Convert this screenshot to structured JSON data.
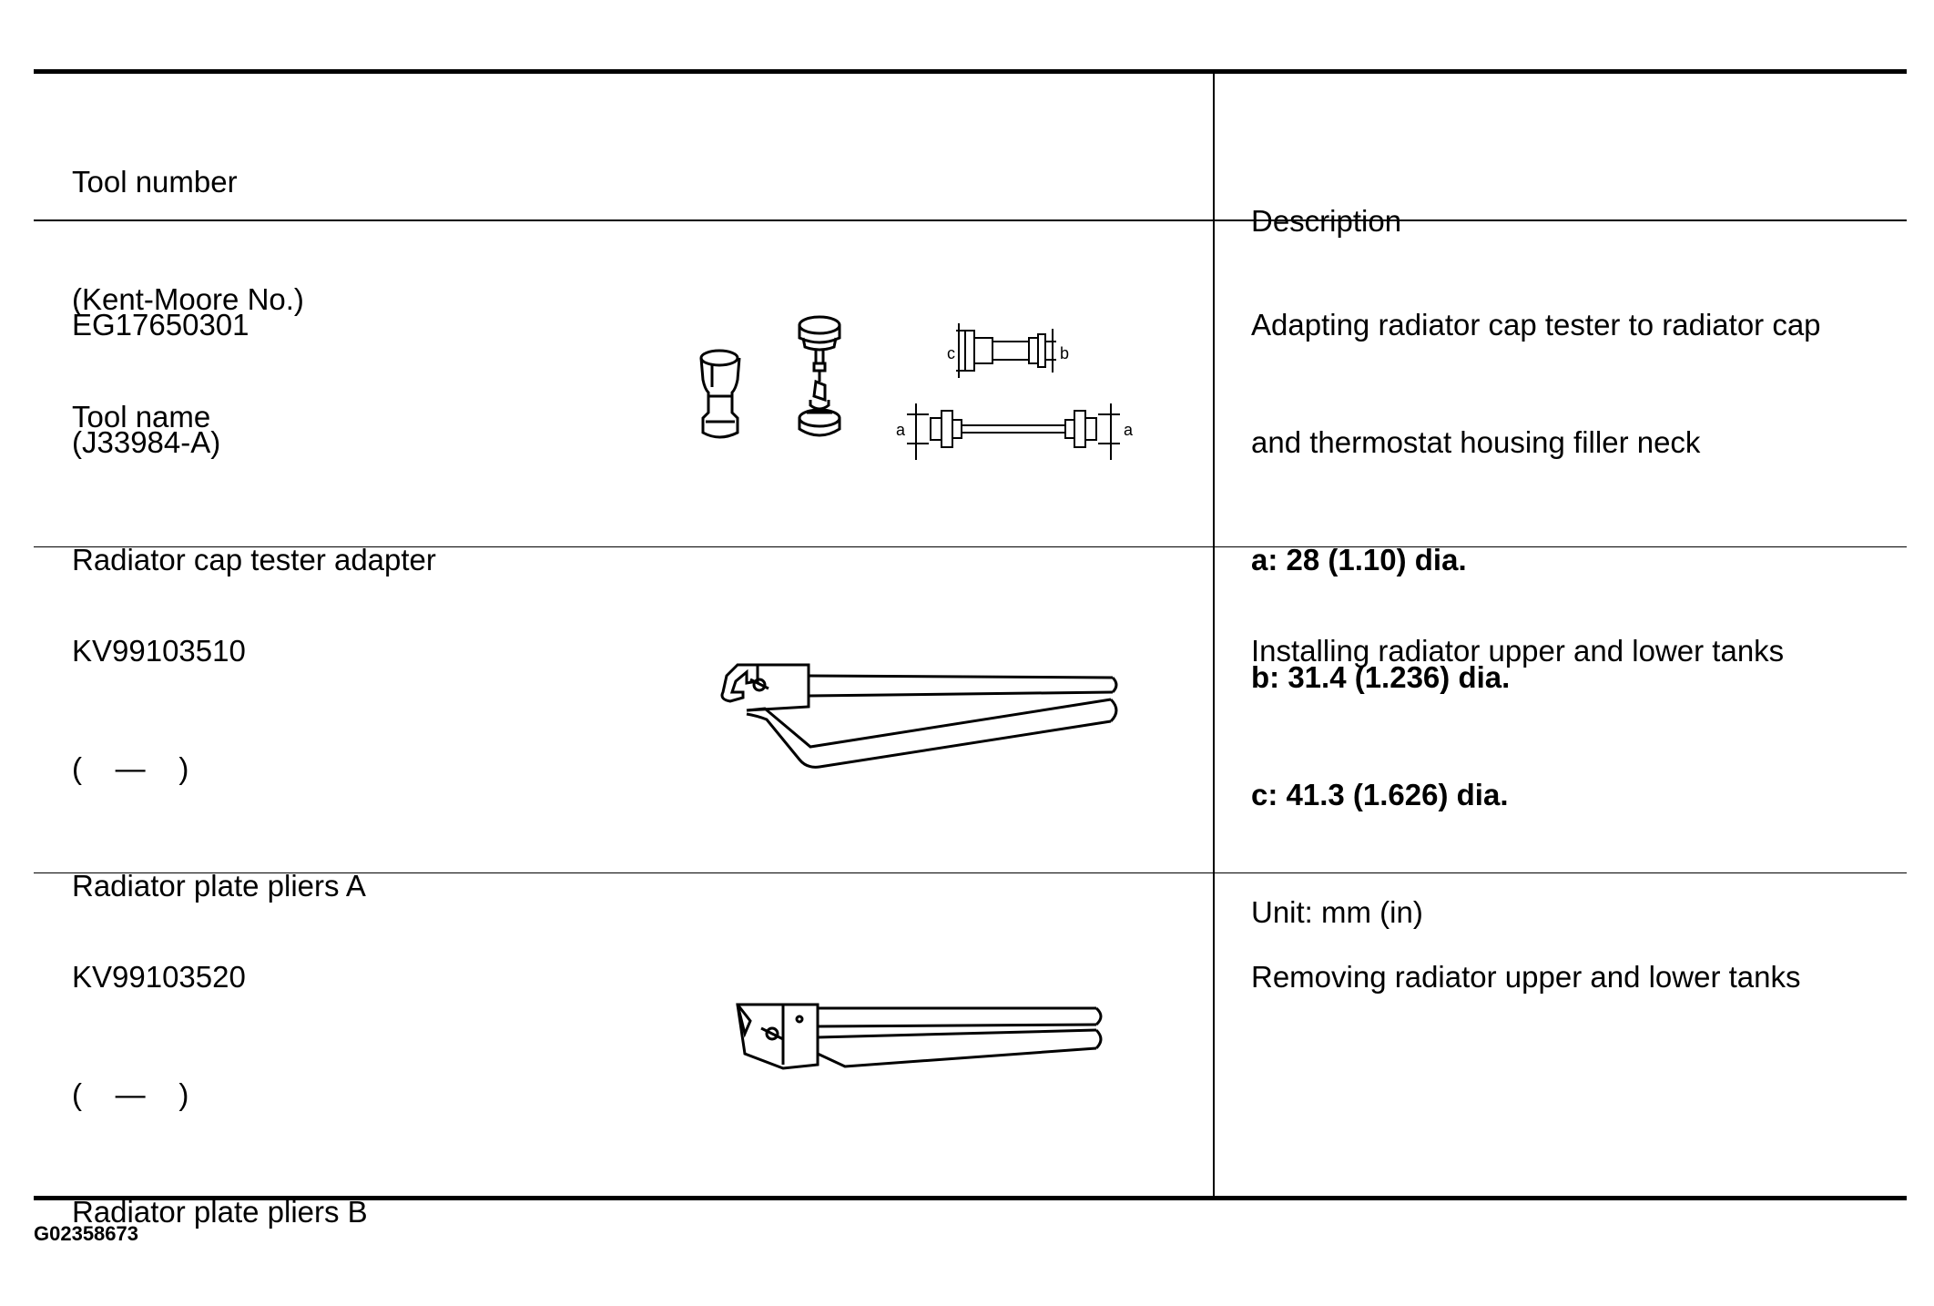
{
  "header": {
    "col1_lines": [
      "Tool number",
      "(Kent-Moore No.)",
      "Tool name"
    ],
    "col2_label": "Description"
  },
  "rows": [
    {
      "tool_number": "EG17650301",
      "kent_moore": "(J33984-A)",
      "tool_name": "Radiator cap tester adapter",
      "description_lines": [
        "Adapting radiator cap tester to radiator cap",
        "and thermostat housing filler neck"
      ],
      "spec_lines": [
        "a: 28 (1.10) dia.",
        "b: 31.4 (1.236) dia.",
        "c: 41.3 (1.626) dia."
      ],
      "unit": "Unit: mm (in)",
      "figure_labels": {
        "a": "a",
        "b": "b",
        "c": "c"
      },
      "figure_icon": "radiator-cap-tester-adapter-drawing"
    },
    {
      "tool_number": "KV99103510",
      "kent_moore": "(    —    )",
      "tool_name": "Radiator plate pliers A",
      "description_lines": [
        "Installing radiator upper and lower tanks"
      ],
      "figure_icon": "radiator-plate-pliers-a-drawing"
    },
    {
      "tool_number": "KV99103520",
      "kent_moore": "(    —    )",
      "tool_name": "Radiator plate pliers B",
      "description_lines": [
        "Removing radiator upper and lower tanks"
      ],
      "figure_icon": "radiator-plate-pliers-b-drawing"
    }
  ],
  "footer": {
    "figure_id": "G02358673"
  }
}
